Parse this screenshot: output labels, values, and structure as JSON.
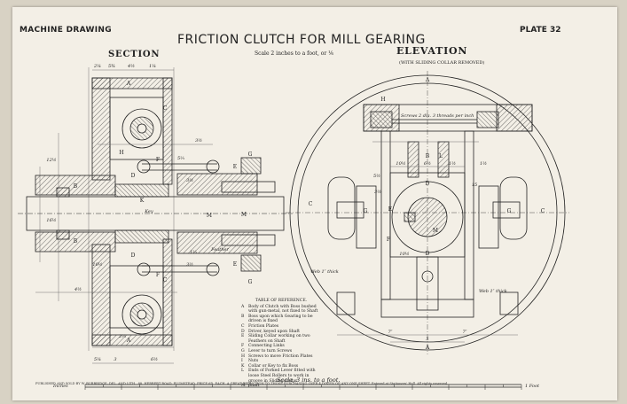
{
  "header": {
    "left": "MACHINE DRAWING",
    "right": "PLATE 32",
    "title": "FRICTION CLUTCH FOR MILL GEARING",
    "scale_note": "Scale 2 inches to a foot, or ⅙"
  },
  "section": {
    "title": "SECTION",
    "letters": [
      "A",
      "B",
      "C",
      "D",
      "E",
      "F",
      "G",
      "H",
      "M",
      "K",
      "M",
      "B",
      "C",
      "D",
      "E",
      "F",
      "G",
      "A"
    ],
    "dims": [
      "2¼",
      "5¾",
      "4½",
      "1¼",
      "3½",
      "5⅕",
      "3½",
      "12½",
      "16½",
      "Key",
      "Feather",
      "1⅓",
      "3½",
      "10½",
      "4½",
      "2⅔",
      "5¼",
      "3",
      "6½"
    ]
  },
  "elevation": {
    "title": "ELEVATION",
    "subtitle": "(WITH SLIDING COLLAR REMOVED)",
    "letters": [
      "A",
      "B",
      "C",
      "D",
      "E",
      "F",
      "G",
      "H",
      "L",
      "M",
      "D",
      "C",
      "G",
      "A"
    ],
    "notes": [
      "Screws 2 dia. 3 threads per inch",
      "Web 1″ thick",
      "Web 1″ thick"
    ],
    "dims": [
      "10½",
      "6½",
      "1½",
      "5½",
      "15",
      "3½",
      "1½",
      "7″",
      "7″",
      "5",
      "10½"
    ]
  },
  "reference_table": {
    "title": "TABLE OF REFERENCE.",
    "rows": [
      {
        "key": "A",
        "text": "Body of Clutch with Boss bushed with gun-metal, not fixed to Shaft"
      },
      {
        "key": "B",
        "text": "Boss upon which Gearing to be driven is fixed"
      },
      {
        "key": "C",
        "text": "Friction Plates"
      },
      {
        "key": "D",
        "text": "Driver, keyed upon Shaft"
      },
      {
        "key": "E",
        "text": "Sliding Collar working on two Feathers on Shaft"
      },
      {
        "key": "F",
        "text": "Connecting Links"
      },
      {
        "key": "G",
        "text": "Lever to turn Screws"
      },
      {
        "key": "H",
        "text": "Screws to move Friction Plates"
      },
      {
        "key": "I",
        "text": "Nuts"
      },
      {
        "key": "K",
        "text": "Collar or Key to fix Boss"
      },
      {
        "key": "L",
        "text": "Ends of Forked Lever fitted with loose Steel Rollers to work in groove in Sliding Collar"
      },
      {
        "key": "M",
        "text": "Shaft"
      }
    ]
  },
  "scale_bar": {
    "left_label": "Inches",
    "center_label": "Scale, 3 ins. to a foot.",
    "right_label": "1 Foot"
  },
  "footer": {
    "text": "PUBLISHED AND SOLD BY W. BURBRIDGE, DEL. AND LITH., 88, HERBERT ROAD, PLUMSTEAD.   PRICE 6D. EACH.   A GREAT REDUCTION TO THOSE PURCHASING OVER 4 DOZEN OF ANY ONE SHEET.   Entered at Stationers' Hall.   All rights reserved."
  },
  "colors": {
    "paper": "#f3efe6",
    "ink": "#222222",
    "background": "#d8d2c4"
  }
}
